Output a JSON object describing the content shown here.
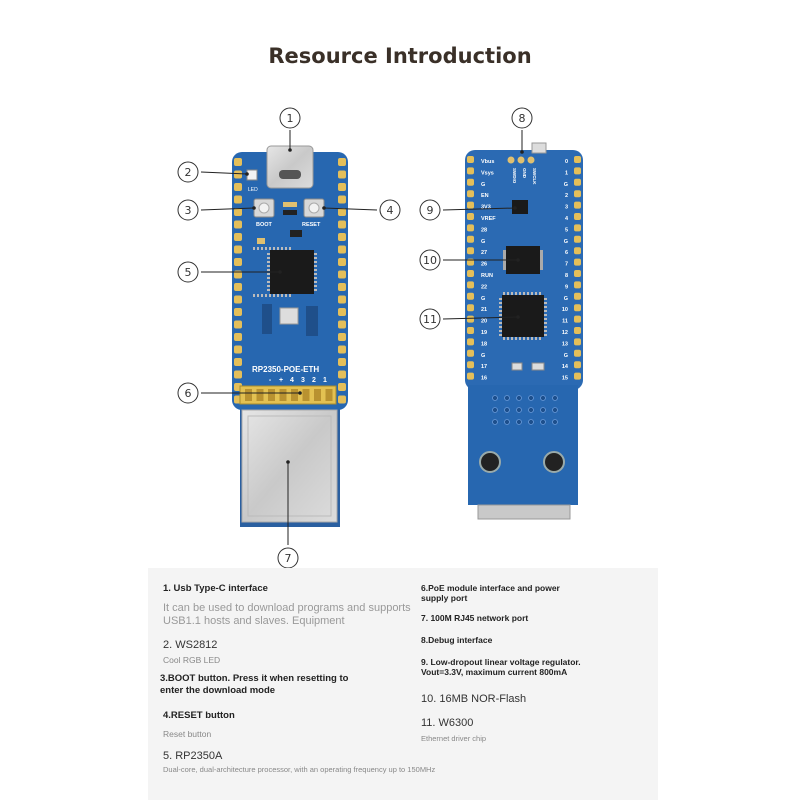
{
  "title": "Resource Introduction",
  "board": {
    "model_label": "RP2350-POE-ETH",
    "led_label": "LED",
    "boot_label": "BOOT",
    "reset_label": "RESET",
    "header_pins": [
      "-",
      "+",
      "4",
      "3",
      "2",
      "1"
    ],
    "back_labels_left": [
      "Vbus",
      "Vsys",
      "G",
      "EN",
      "3V3",
      "VREF",
      "28",
      "G",
      "27",
      "26",
      "RUN",
      "22",
      "G",
      "21",
      "20",
      "19",
      "18",
      "G",
      "17",
      "16"
    ],
    "back_labels_right": [
      "0",
      "1",
      "G",
      "2",
      "3",
      "4",
      "5",
      "G",
      "6",
      "7",
      "8",
      "9",
      "G",
      "10",
      "11",
      "12",
      "13",
      "G",
      "14",
      "15"
    ],
    "debug_labels": [
      "SWDIO",
      "GND",
      "SWCLK"
    ]
  },
  "callouts": [
    "1",
    "2",
    "3",
    "4",
    "5",
    "6",
    "7",
    "8",
    "9",
    "10",
    "11"
  ],
  "items": [
    {
      "head": "1. Usb Type-C interface",
      "sub": "It can be used to download programs and supports USB1.1 hosts and slaves. Equipment"
    },
    {
      "head": "2. WS2812",
      "sub": "Cool RGB LED"
    },
    {
      "head": "3.BOOT button. Press it when resetting to enter the download mode",
      "sub": ""
    },
    {
      "head": "4.RESET button",
      "sub": "Reset button"
    },
    {
      "head": "5. RP2350A",
      "sub": "Dual-core, dual-architecture processor, with an operating frequency up to 150MHz"
    },
    {
      "head": "6.PoE module interface and power supply port",
      "sub": ""
    },
    {
      "head": "7. 100M RJ45 network port",
      "sub": ""
    },
    {
      "head": "8.Debug interface",
      "sub": ""
    },
    {
      "head": "9. Low-dropout linear voltage regulator. Vout=3.3V, maximum current 800mA",
      "sub": ""
    },
    {
      "head": "10. 16MB NOR-Flash",
      "sub": ""
    },
    {
      "head": "11. W6300",
      "sub": "Ethernet driver chip"
    }
  ]
}
